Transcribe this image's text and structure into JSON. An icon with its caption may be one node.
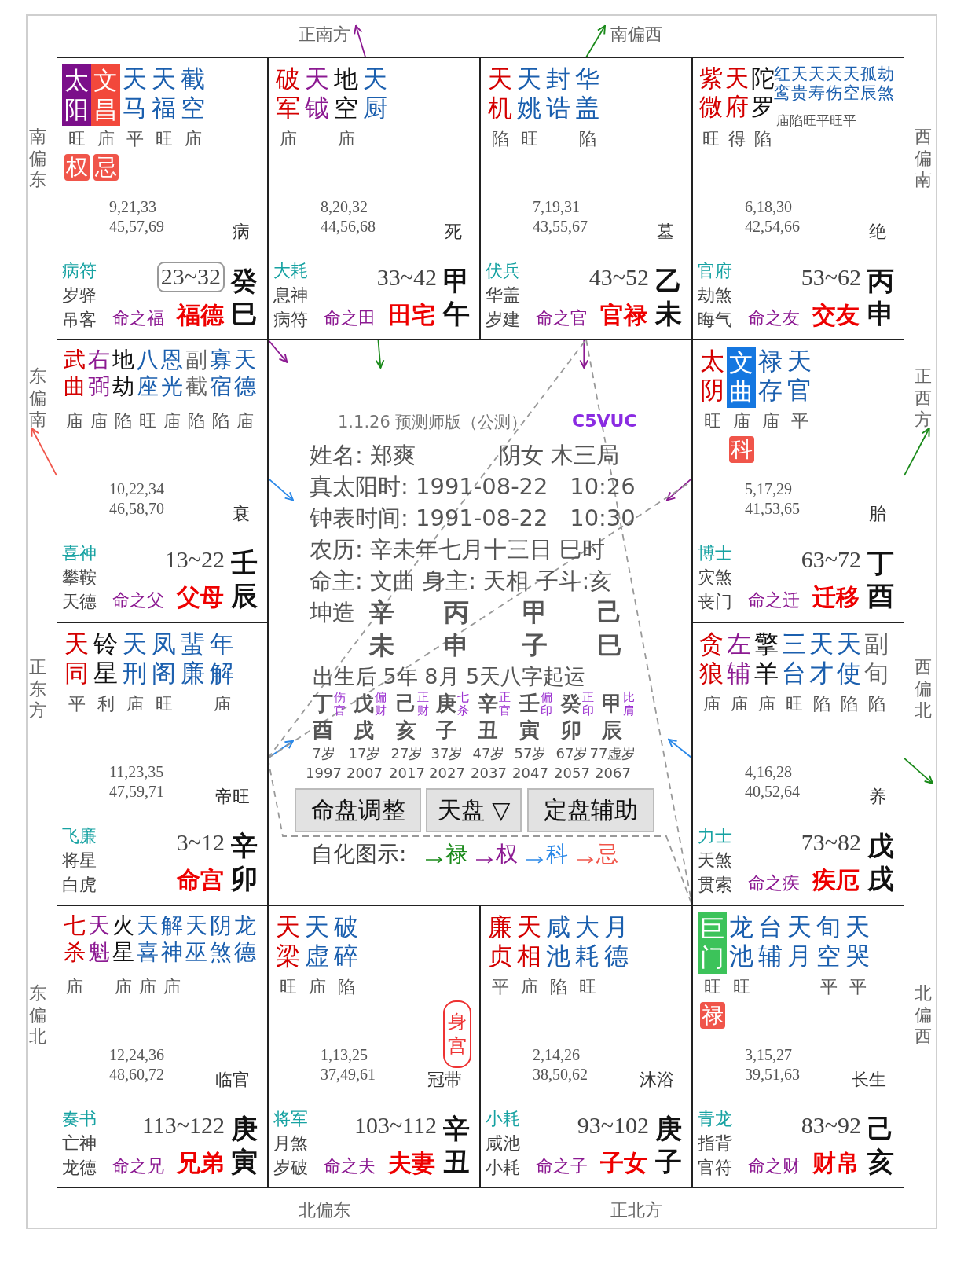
{
  "diagram": {
    "nodes": [
      {
        "text": [
          "太阳",
          "文昌",
          "天马",
          "天福",
          "截空",
          "旺",
          "庙",
          "平",
          "旺",
          "庙",
          "权",
          "忌",
          "9,21,33",
          "45,57,69",
          "病",
          "病符",
          "岁驿",
          "吊客",
          "23~32",
          "命之福",
          "福德",
          "癸",
          "巳"
        ]
      },
      {
        "text": [
          "破军",
          "天钺",
          "地空",
          "天厨",
          "庙",
          "庙",
          "8,20,32",
          "44,56,68",
          "死",
          "大耗",
          "息神",
          "病符",
          "33~42",
          "命之田",
          "田宅",
          "甲",
          "午"
        ]
      },
      {
        "text": [
          "天机",
          "天姚",
          "封诰",
          "华盖",
          "陷",
          "旺",
          "陷",
          "7,19,31",
          "43,55,67",
          "墓",
          "伏兵",
          "华盖",
          "岁建",
          "43~52",
          "命之官",
          "官禄",
          "乙",
          "未"
        ]
      },
      {
        "text": [
          "紫微",
          "天府",
          "陀罗",
          "旺",
          "得",
          "陷",
          "红鸾",
          "天贵",
          "天寿",
          "天伤",
          "天空",
          "孤辰",
          "劫煞",
          "庙陷旺平旺平",
          "6,18,30",
          "42,54,66",
          "绝",
          "官府",
          "劫煞",
          "晦气",
          "53~62",
          "命之友",
          "交友",
          "丙",
          "申"
        ]
      },
      {
        "text": [
          "武曲",
          "右弼",
          "地劫",
          "八座",
          "恩光",
          "副截",
          "寡宿",
          "天德",
          "庙",
          "庙",
          "陷",
          "旺",
          "庙",
          "陷",
          "陷",
          "庙",
          "10,22,34",
          "46,58,70",
          "衰",
          "喜神",
          "攀鞍",
          "天德",
          "13~22",
          "命之父",
          "父母",
          "壬",
          "辰"
        ]
      },
      {
        "text": [
          "1.1.26 预测师版（公测）",
          "C5VUC",
          "姓名: 郑爽",
          "阴女 木三局",
          "真太阳时: 1991-08-22   10:26",
          "钟表时间: 1991-08-22   10:30",
          "农历: 辛未年七月十三日 巳时",
          "命主: 文曲 身主: 天相 子斗:亥",
          "坤造",
          "辛",
          "丙",
          "甲",
          "己",
          "未",
          "申",
          "子",
          "巳",
          "出生后 5年 8月 5天八字起运",
          "丁",
          "伤官",
          "酉",
          "7岁",
          "1997",
          "戊",
          "偏财",
          "戌",
          "17岁",
          "2007",
          "己",
          "正财",
          "亥",
          "27岁",
          "2017",
          "庚",
          "七杀",
          "子",
          "37岁",
          "2027",
          "辛",
          "正官",
          "丑",
          "47岁",
          "2037",
          "壬",
          "偏印",
          "寅",
          "57岁",
          "2047",
          "癸",
          "正印",
          "卯",
          "67岁",
          "2057",
          "甲",
          "比肩",
          "辰",
          "77虚岁",
          "2067",
          "自化图示:"
        ]
      },
      {
        "text": [
          "太阴",
          "文曲",
          "禄存",
          "天官",
          "旺",
          "庙",
          "庙",
          "平",
          "科",
          "5,17,29",
          "41,53,65",
          "胎",
          "博士",
          "灾煞",
          "丧门",
          "63~72",
          "命之迁",
          "迁移",
          "丁",
          "酉"
        ]
      },
      {
        "text": [
          "天同",
          "铃星",
          "天刑",
          "凤阁",
          "蜚廉",
          "年解",
          "平",
          "利",
          "庙",
          "旺",
          "庙",
          "11,23,35",
          "47,59,71",
          "帝旺",
          "飞廉",
          "将星",
          "白虎",
          "3~12",
          "命宫",
          "辛",
          "卯"
        ]
      },
      {
        "text": [
          "贪狼",
          "左辅",
          "擎羊",
          "三台",
          "天才",
          "天使",
          "副旬",
          "庙",
          "庙",
          "庙",
          "旺",
          "陷",
          "陷",
          "陷",
          "4,16,28",
          "40,52,64",
          "养",
          "力士",
          "天煞",
          "贯索",
          "73~82",
          "命之疾",
          "疾厄",
          "戊",
          "戌"
        ]
      },
      {
        "text": [
          "七杀",
          "天魁",
          "火星",
          "天喜",
          "解神",
          "天巫",
          "阴煞",
          "龙德",
          "庙",
          "庙",
          "庙",
          "庙",
          "12,24,36",
          "48,60,72",
          "临官",
          "奏书",
          "亡神",
          "龙德",
          "113~122",
          "命之兄",
          "兄弟",
          "庚",
          "寅"
        ]
      },
      {
        "text": [
          "天梁",
          "天虚",
          "破碎",
          "旺",
          "庙",
          "陷",
          "身宫",
          "1,13,25",
          "37,49,61",
          "冠带",
          "将军",
          "月煞",
          "岁破",
          "103~112",
          "命之夫",
          "夫妻",
          "辛",
          "丑"
        ]
      },
      {
        "text": [
          "廉贞",
          "天相",
          "咸池",
          "大耗",
          "月德",
          "平",
          "庙",
          "陷",
          "旺",
          "2,14,26",
          "38,50,62",
          "沐浴",
          "小耗",
          "咸池",
          "小耗",
          "93~102",
          "命之子",
          "子女",
          "庚",
          "子"
        ]
      },
      {
        "text": [
          "巨门",
          "龙池",
          "台辅",
          "天月",
          "旬空",
          "天哭",
          "旺",
          "旺",
          "平",
          "平",
          "禄",
          "3,15,27",
          "39,51,63",
          "长生",
          "青龙",
          "指背",
          "官符",
          "83~92",
          "命之财",
          "财帛",
          "己",
          "亥"
        ]
      },
      {
        "text": [
          "命盘调整"
        ],
        "in": 5
      },
      {
        "text": [
          "天盘 ▽"
        ],
        "in": 5
      },
      {
        "text": [
          "定盘辅助"
        ],
        "in": 5
      },
      {
        "text": [
          "正南方"
        ]
      },
      {
        "text": [
          "南偏西"
        ]
      },
      {
        "text": [
          "南偏东"
        ]
      },
      {
        "text": [
          "西偏南"
        ]
      },
      {
        "text": [
          "东偏南"
        ]
      },
      {
        "text": [
          "正西方"
        ]
      },
      {
        "text": [
          "正东方"
        ]
      },
      {
        "text": [
          "西偏北"
        ]
      },
      {
        "text": [
          "东偏北"
        ]
      },
      {
        "text": [
          "北偏西"
        ]
      },
      {
        "text": [
          "北偏东"
        ]
      },
      {
        "text": [
          "正北方"
        ]
      }
    ],
    "edges": [
      {
        "from": 1,
        "to": 16,
        "arrow": "to",
        "color": "#8c1a92"
      },
      {
        "from": 2,
        "to": 17,
        "arrow": "to",
        "color": "#1a8a1a"
      },
      {
        "from": 4,
        "to": 20,
        "arrow": "to",
        "color": "#f0554a"
      },
      {
        "from": 6,
        "to": 21,
        "arrow": "to",
        "color": "#1a8a1a"
      },
      {
        "from": 8,
        "to": null,
        "arrow": "to",
        "color": "#1a8a1a"
      },
      {
        "from": 0,
        "to": 5,
        "arrow": "to",
        "color": "#8c1a92"
      },
      {
        "from": 1,
        "to": null,
        "arrow": "to",
        "color": "#1a8a1a"
      },
      {
        "from": 2,
        "to": null,
        "arrow": "to",
        "color": "#8c1a92"
      },
      {
        "from": 4,
        "to": null,
        "arrow": "to",
        "color": "#2a88e8"
      },
      {
        "from": 6,
        "to": null,
        "arrow": "to",
        "color": "#8c1a92"
      },
      {
        "from": 7,
        "to": null,
        "arrow": "to",
        "color": "#2a88e8"
      },
      {
        "from": 8,
        "to": null,
        "arrow": "to",
        "color": "#2a88e8"
      },
      {
        "from": 7,
        "to": 2,
        "arrow": "none",
        "style": "dashed",
        "color": "#999999"
      },
      {
        "from": 7,
        "to": 6,
        "arrow": "none",
        "style": "dashed",
        "color": "#999999"
      },
      {
        "from": 7,
        "to": 12,
        "arrow": "none",
        "style": "dashed",
        "color": "#999999"
      },
      {
        "from": 2,
        "to": 12,
        "arrow": "none",
        "style": "dashed",
        "color": "#999999"
      }
    ],
    "legend": [
      {
        "text": "禄"
      },
      {
        "text": "权"
      },
      {
        "text": "科"
      },
      {
        "text": "忌"
      }
    ]
  }
}
